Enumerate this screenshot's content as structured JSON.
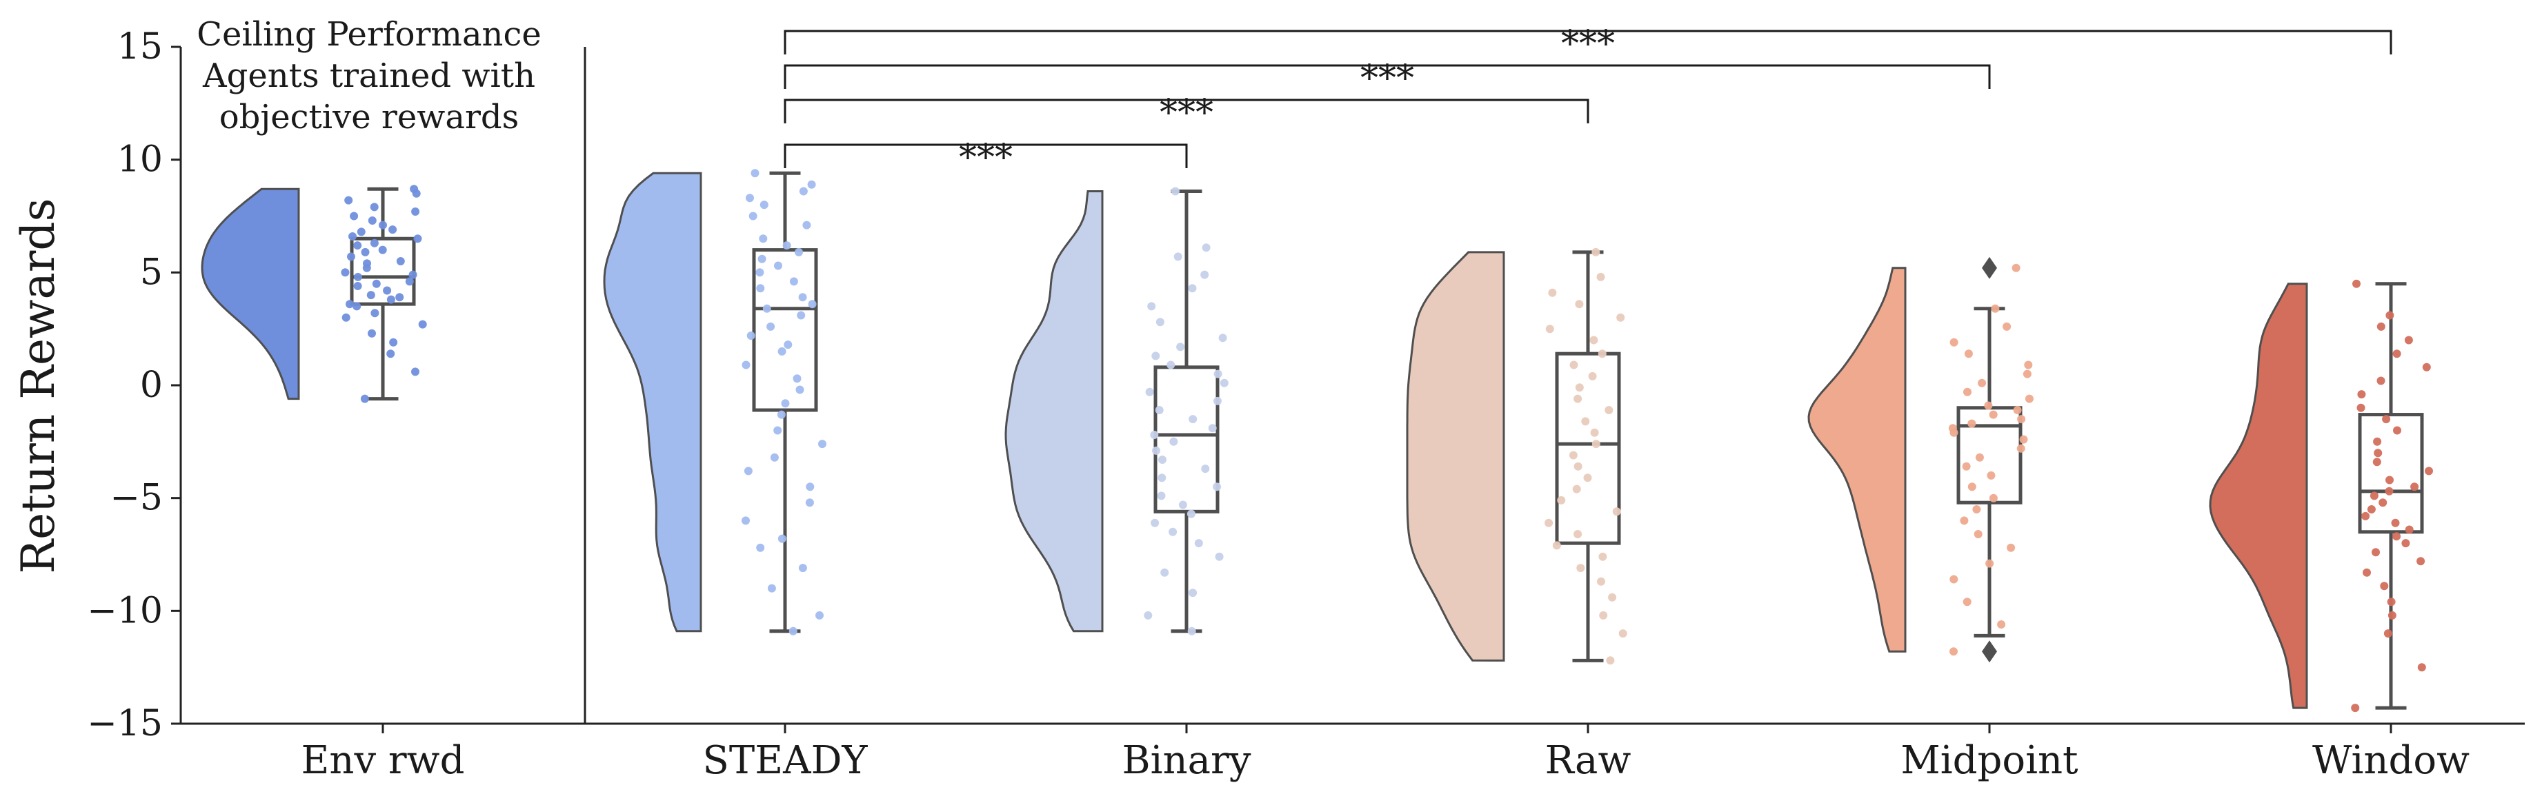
{
  "chart_data": {
    "type": "box",
    "ylabel": "Return Rewards",
    "xlabel": "",
    "ylim": [
      -15,
      15
    ],
    "yticks": [
      15,
      10,
      5,
      0,
      -5,
      -10,
      -15
    ],
    "annotation": [
      "Ceiling Performance",
      "Agents trained with",
      "objective rewards"
    ],
    "significance_label": "***",
    "significance": [
      {
        "from": "STEADY",
        "to": "Binary",
        "label": "***"
      },
      {
        "from": "STEADY",
        "to": "Raw",
        "label": "***"
      },
      {
        "from": "STEADY",
        "to": "Midpoint",
        "label": "***"
      },
      {
        "from": "STEADY",
        "to": "Window",
        "label": "***"
      }
    ],
    "groups": [
      {
        "name": "Env rwd",
        "color": "#6f8fdc",
        "whisker_low": -0.6,
        "q1": 3.6,
        "median": 4.8,
        "q3": 6.5,
        "whisker_high": 8.7,
        "outliers": [],
        "points": [
          8.7,
          8.5,
          8.2,
          7.9,
          7.7,
          7.5,
          7.3,
          7.1,
          6.9,
          6.8,
          6.6,
          6.5,
          6.3,
          6.2,
          6.0,
          5.9,
          5.7,
          5.5,
          5.4,
          5.2,
          5.0,
          4.9,
          4.8,
          4.6,
          4.5,
          4.4,
          4.2,
          4.0,
          3.9,
          3.8,
          3.6,
          3.5,
          3.2,
          3.0,
          2.7,
          2.3,
          1.9,
          1.4,
          0.6,
          -0.6
        ]
      },
      {
        "name": "STEADY",
        "color": "#a2bbef",
        "whisker_low": -10.9,
        "q1": -1.1,
        "median": 3.4,
        "q3": 6.0,
        "whisker_high": 9.4,
        "outliers": [],
        "points": [
          9.4,
          8.9,
          8.6,
          8.3,
          8.0,
          7.5,
          7.1,
          6.5,
          6.2,
          5.9,
          5.6,
          5.3,
          5.0,
          4.6,
          4.3,
          3.9,
          3.6,
          3.4,
          3.1,
          2.6,
          2.2,
          1.8,
          1.5,
          0.9,
          0.3,
          -0.2,
          -0.8,
          -1.3,
          -2.0,
          -2.6,
          -3.2,
          -3.8,
          -4.5,
          -5.2,
          -6.0,
          -6.8,
          -7.2,
          -8.1,
          -9.0,
          -10.2,
          -10.9
        ]
      },
      {
        "name": "Binary",
        "color": "#c5d1ea",
        "whisker_low": -10.9,
        "q1": -5.6,
        "median": -2.2,
        "q3": 0.8,
        "whisker_high": 8.6,
        "outliers": [],
        "points": [
          8.6,
          6.1,
          5.7,
          4.9,
          4.3,
          3.5,
          2.8,
          2.1,
          1.7,
          1.3,
          0.9,
          0.5,
          0.1,
          -0.3,
          -0.7,
          -1.1,
          -1.5,
          -1.9,
          -2.2,
          -2.5,
          -2.9,
          -3.3,
          -3.7,
          -4.1,
          -4.5,
          -4.9,
          -5.3,
          -5.7,
          -6.1,
          -6.5,
          -7.0,
          -7.6,
          -8.3,
          -9.2,
          -10.2,
          -10.9
        ]
      },
      {
        "name": "Raw",
        "color": "#e8cbbd",
        "whisker_low": -12.2,
        "q1": -7.0,
        "median": -2.6,
        "q3": 1.4,
        "whisker_high": 5.9,
        "outliers": [],
        "points": [
          5.9,
          4.8,
          4.1,
          3.6,
          3.0,
          2.5,
          2.0,
          1.4,
          0.9,
          0.4,
          -0.1,
          -0.6,
          -1.1,
          -1.6,
          -2.1,
          -2.6,
          -3.1,
          -3.6,
          -4.1,
          -4.6,
          -5.1,
          -5.6,
          -6.1,
          -6.6,
          -7.1,
          -7.6,
          -8.1,
          -8.7,
          -9.4,
          -10.2,
          -11.0,
          -12.2
        ]
      },
      {
        "name": "Midpoint",
        "color": "#eea98e",
        "whisker_low": -11.1,
        "q1": -5.2,
        "median": -1.8,
        "q3": -1.0,
        "whisker_high": 3.4,
        "outliers": [
          5.2,
          -11.8
        ],
        "points": [
          5.2,
          3.4,
          2.6,
          1.9,
          1.4,
          0.9,
          0.5,
          0.1,
          -0.3,
          -0.6,
          -0.9,
          -1.1,
          -1.3,
          -1.5,
          -1.7,
          -1.9,
          -2.1,
          -2.4,
          -2.8,
          -3.2,
          -3.6,
          -4.0,
          -4.5,
          -5.0,
          -5.5,
          -6.0,
          -6.6,
          -7.2,
          -7.9,
          -8.6,
          -9.6,
          -10.6,
          -11.8
        ]
      },
      {
        "name": "Window",
        "color": "#d36e5c",
        "whisker_low": -14.3,
        "q1": -6.5,
        "median": -4.7,
        "q3": -1.3,
        "whisker_high": 4.5,
        "outliers": [],
        "points": [
          4.5,
          3.1,
          2.6,
          2.0,
          1.4,
          0.8,
          0.2,
          -0.4,
          -1.0,
          -1.5,
          -2.0,
          -2.5,
          -3.0,
          -3.4,
          -3.8,
          -4.2,
          -4.5,
          -4.7,
          -4.9,
          -5.2,
          -5.5,
          -5.8,
          -6.1,
          -6.4,
          -6.7,
          -7.0,
          -7.4,
          -7.8,
          -8.3,
          -8.9,
          -9.6,
          -10.2,
          -11.0,
          -12.5,
          -14.3
        ]
      }
    ]
  }
}
